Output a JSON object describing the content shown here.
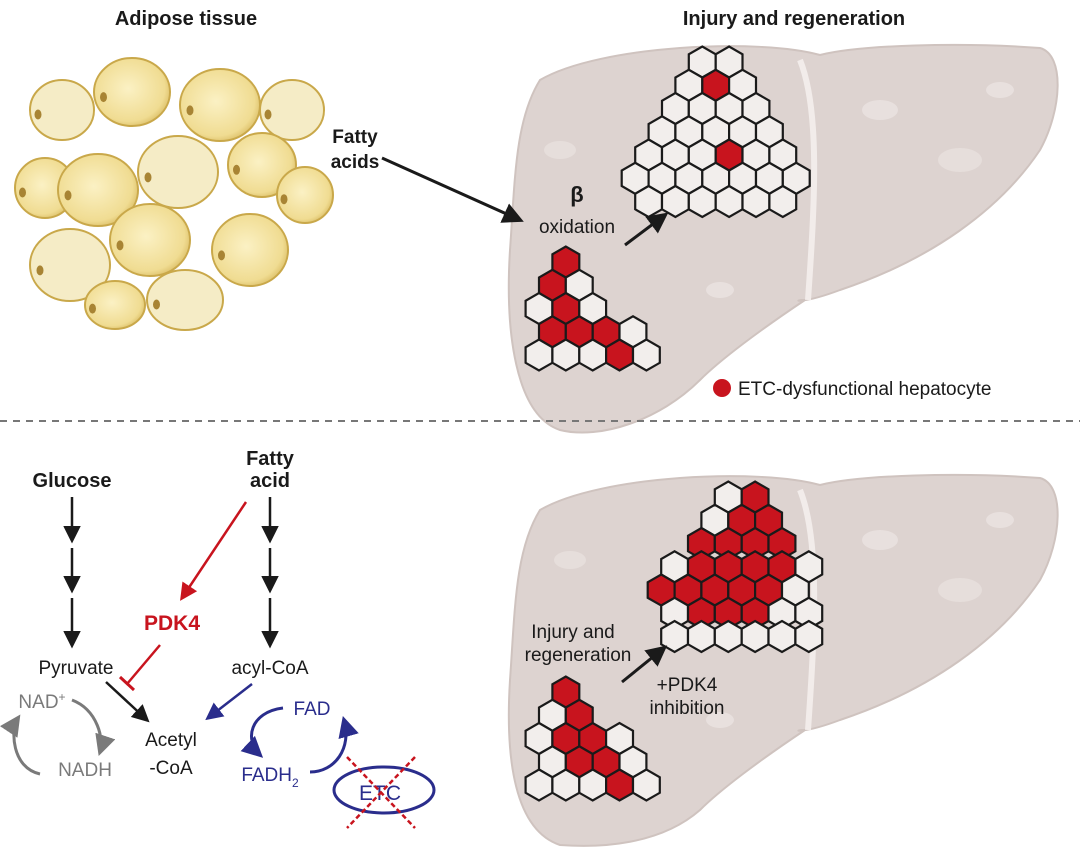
{
  "top": {
    "left_title": "Adipose tissue",
    "right_title": "Injury and regeneration",
    "fatty_acids_line1": "Fatty",
    "fatty_acids_line2": "acids",
    "beta": "β",
    "oxidation": "oxidation",
    "legend_label": "ETC-dysfunctional hepatocyte"
  },
  "bottom": {
    "glucose": "Glucose",
    "fatty_acid_line1": "Fatty",
    "fatty_acid_line2": "acid",
    "pdk4": "PDK4",
    "pyruvate": "Pyruvate",
    "acyl_coa": "acyl-CoA",
    "nad": "NAD",
    "nad_sup": "+",
    "nadh": "NADH",
    "acetyl_line1": "Acetyl",
    "acetyl_line2": "-CoA",
    "fad": "FAD",
    "fadh": "FADH",
    "fadh_sub": "2",
    "etc": "ETC",
    "injury_line1": "Injury and",
    "injury_line2": "regeneration",
    "pdk4_inh_line1": "+PDK4",
    "pdk4_inh_line2": "inhibition"
  },
  "colors": {
    "dysfunctional": "#c8141e",
    "inhibitor": "#c8141e",
    "etc_pathway": "#2a2d8c",
    "nad_cycle": "#7a7a7a",
    "liver": "#ddd3d0",
    "adipocyte": "#f3e4a6"
  }
}
